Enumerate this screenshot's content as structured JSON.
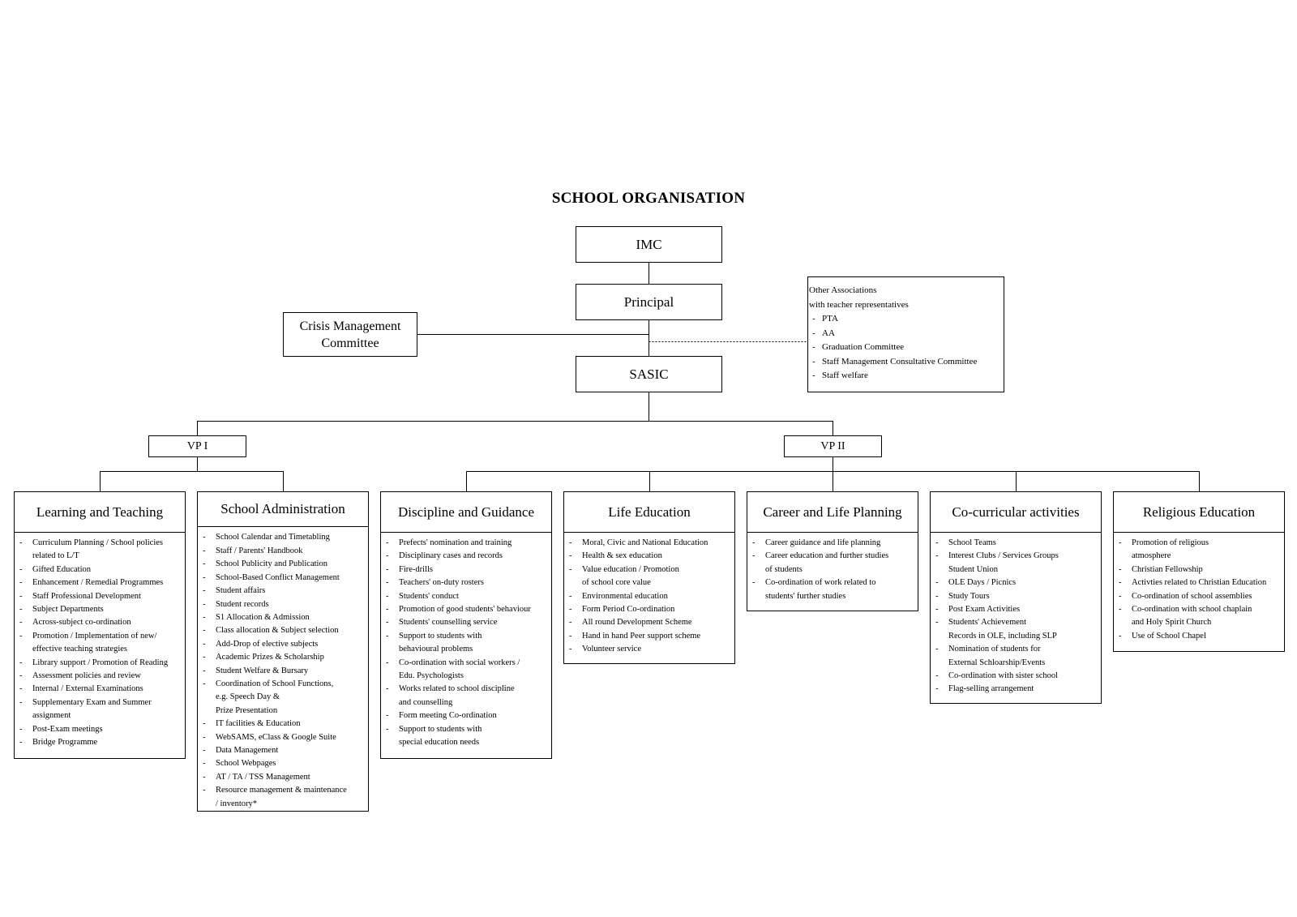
{
  "title": "SCHOOL ORGANISATION",
  "top": {
    "imc": "IMC",
    "principal": "Principal",
    "sasic": "SASIC",
    "crisis": "Crisis Management\nCommittee"
  },
  "other_associations": {
    "line1": "Other Associations",
    "line2": "with teacher representatives",
    "items": [
      "PTA",
      "AA",
      "Graduation Committee",
      "Staff Management Consultative Committee",
      "Staff welfare"
    ]
  },
  "vp": {
    "vp1": "VP I",
    "vp2": "VP II"
  },
  "departments": [
    {
      "name": "Learning and Teaching",
      "items": [
        "Curriculum Planning / School policies\nrelated to L/T",
        "Gifted Education",
        "Enhancement / Remedial Programmes",
        "Staff Professional Development",
        "Subject Departments",
        "Across-subject co-ordination",
        "Promotion / Implementation of new/\neffective teaching strategies",
        "Library support / Promotion of Reading",
        "Assessment policies and review",
        "Internal / External Examinations",
        "Supplementary Exam and Summer\nassignment",
        "Post-Exam meetings",
        "Bridge Programme"
      ]
    },
    {
      "name": "School Administration",
      "items": [
        "School Calendar and Timetabling",
        "Staff / Parents' Handbook",
        "School Publicity and Publication",
        "School-Based Conflict Management",
        "Student affairs",
        "Student records",
        "S1 Allocation & Admission",
        "Class allocation & Subject selection",
        "Add-Drop of elective subjects",
        "Academic Prizes & Scholarship",
        "Student Welfare & Bursary",
        "Coordination of School Functions,\ne.g. Speech Day &\nPrize Presentation",
        "IT facilities & Education",
        "WebSAMS, eClass & Google Suite",
        "Data Management",
        "School Webpages",
        "AT / TA / TSS Management",
        "Resource management & maintenance\n/ inventory*"
      ]
    },
    {
      "name": "Discipline and Guidance",
      "items": [
        "Prefects' nomination and training",
        "Disciplinary cases and records",
        "Fire-drills",
        "Teachers' on-duty rosters",
        "Students' conduct",
        "Promotion of good students' behaviour",
        "Students' counselling service",
        "Support to students with\nbehavioural problems",
        "Co-ordination with social workers /\nEdu. Psychologists",
        "Works related to school discipline\nand counselling",
        "Form meeting Co-ordination",
        "Support to students with\nspecial education needs"
      ]
    },
    {
      "name": "Life Education",
      "items": [
        "Moral, Civic and National Education",
        "Health & sex education",
        "Value education / Promotion\nof school core value",
        "Environmental education",
        "Form Period Co-ordination",
        "All round Development Scheme",
        "Hand in hand Peer support scheme",
        "Volunteer service"
      ]
    },
    {
      "name": "Career and Life Planning",
      "items": [
        "Career guidance and life planning",
        "Career education and further studies\nof students",
        "Co-ordination of work related to\nstudents' further studies"
      ]
    },
    {
      "name": "Co-curricular activities",
      "items": [
        "School Teams",
        "Interest Clubs / Services Groups\nStudent Union",
        "OLE Days / Picnics",
        "Study Tours",
        "Post Exam Activities",
        "Students' Achievement\nRecords in OLE, including SLP",
        "Nomination of students for\nExternal Schloarship/Events",
        "Co-ordination with sister school",
        "Flag-selling arrangement"
      ]
    },
    {
      "name": "Religious Education",
      "items": [
        "Promotion of religious\natmosphere",
        "Christian Fellowship",
        "Activties related to Christian Education",
        "Co-ordination of school assemblies",
        "Co-ordination with school chaplain\nand Holy Spirit Church",
        "Use of School Chapel"
      ]
    }
  ]
}
